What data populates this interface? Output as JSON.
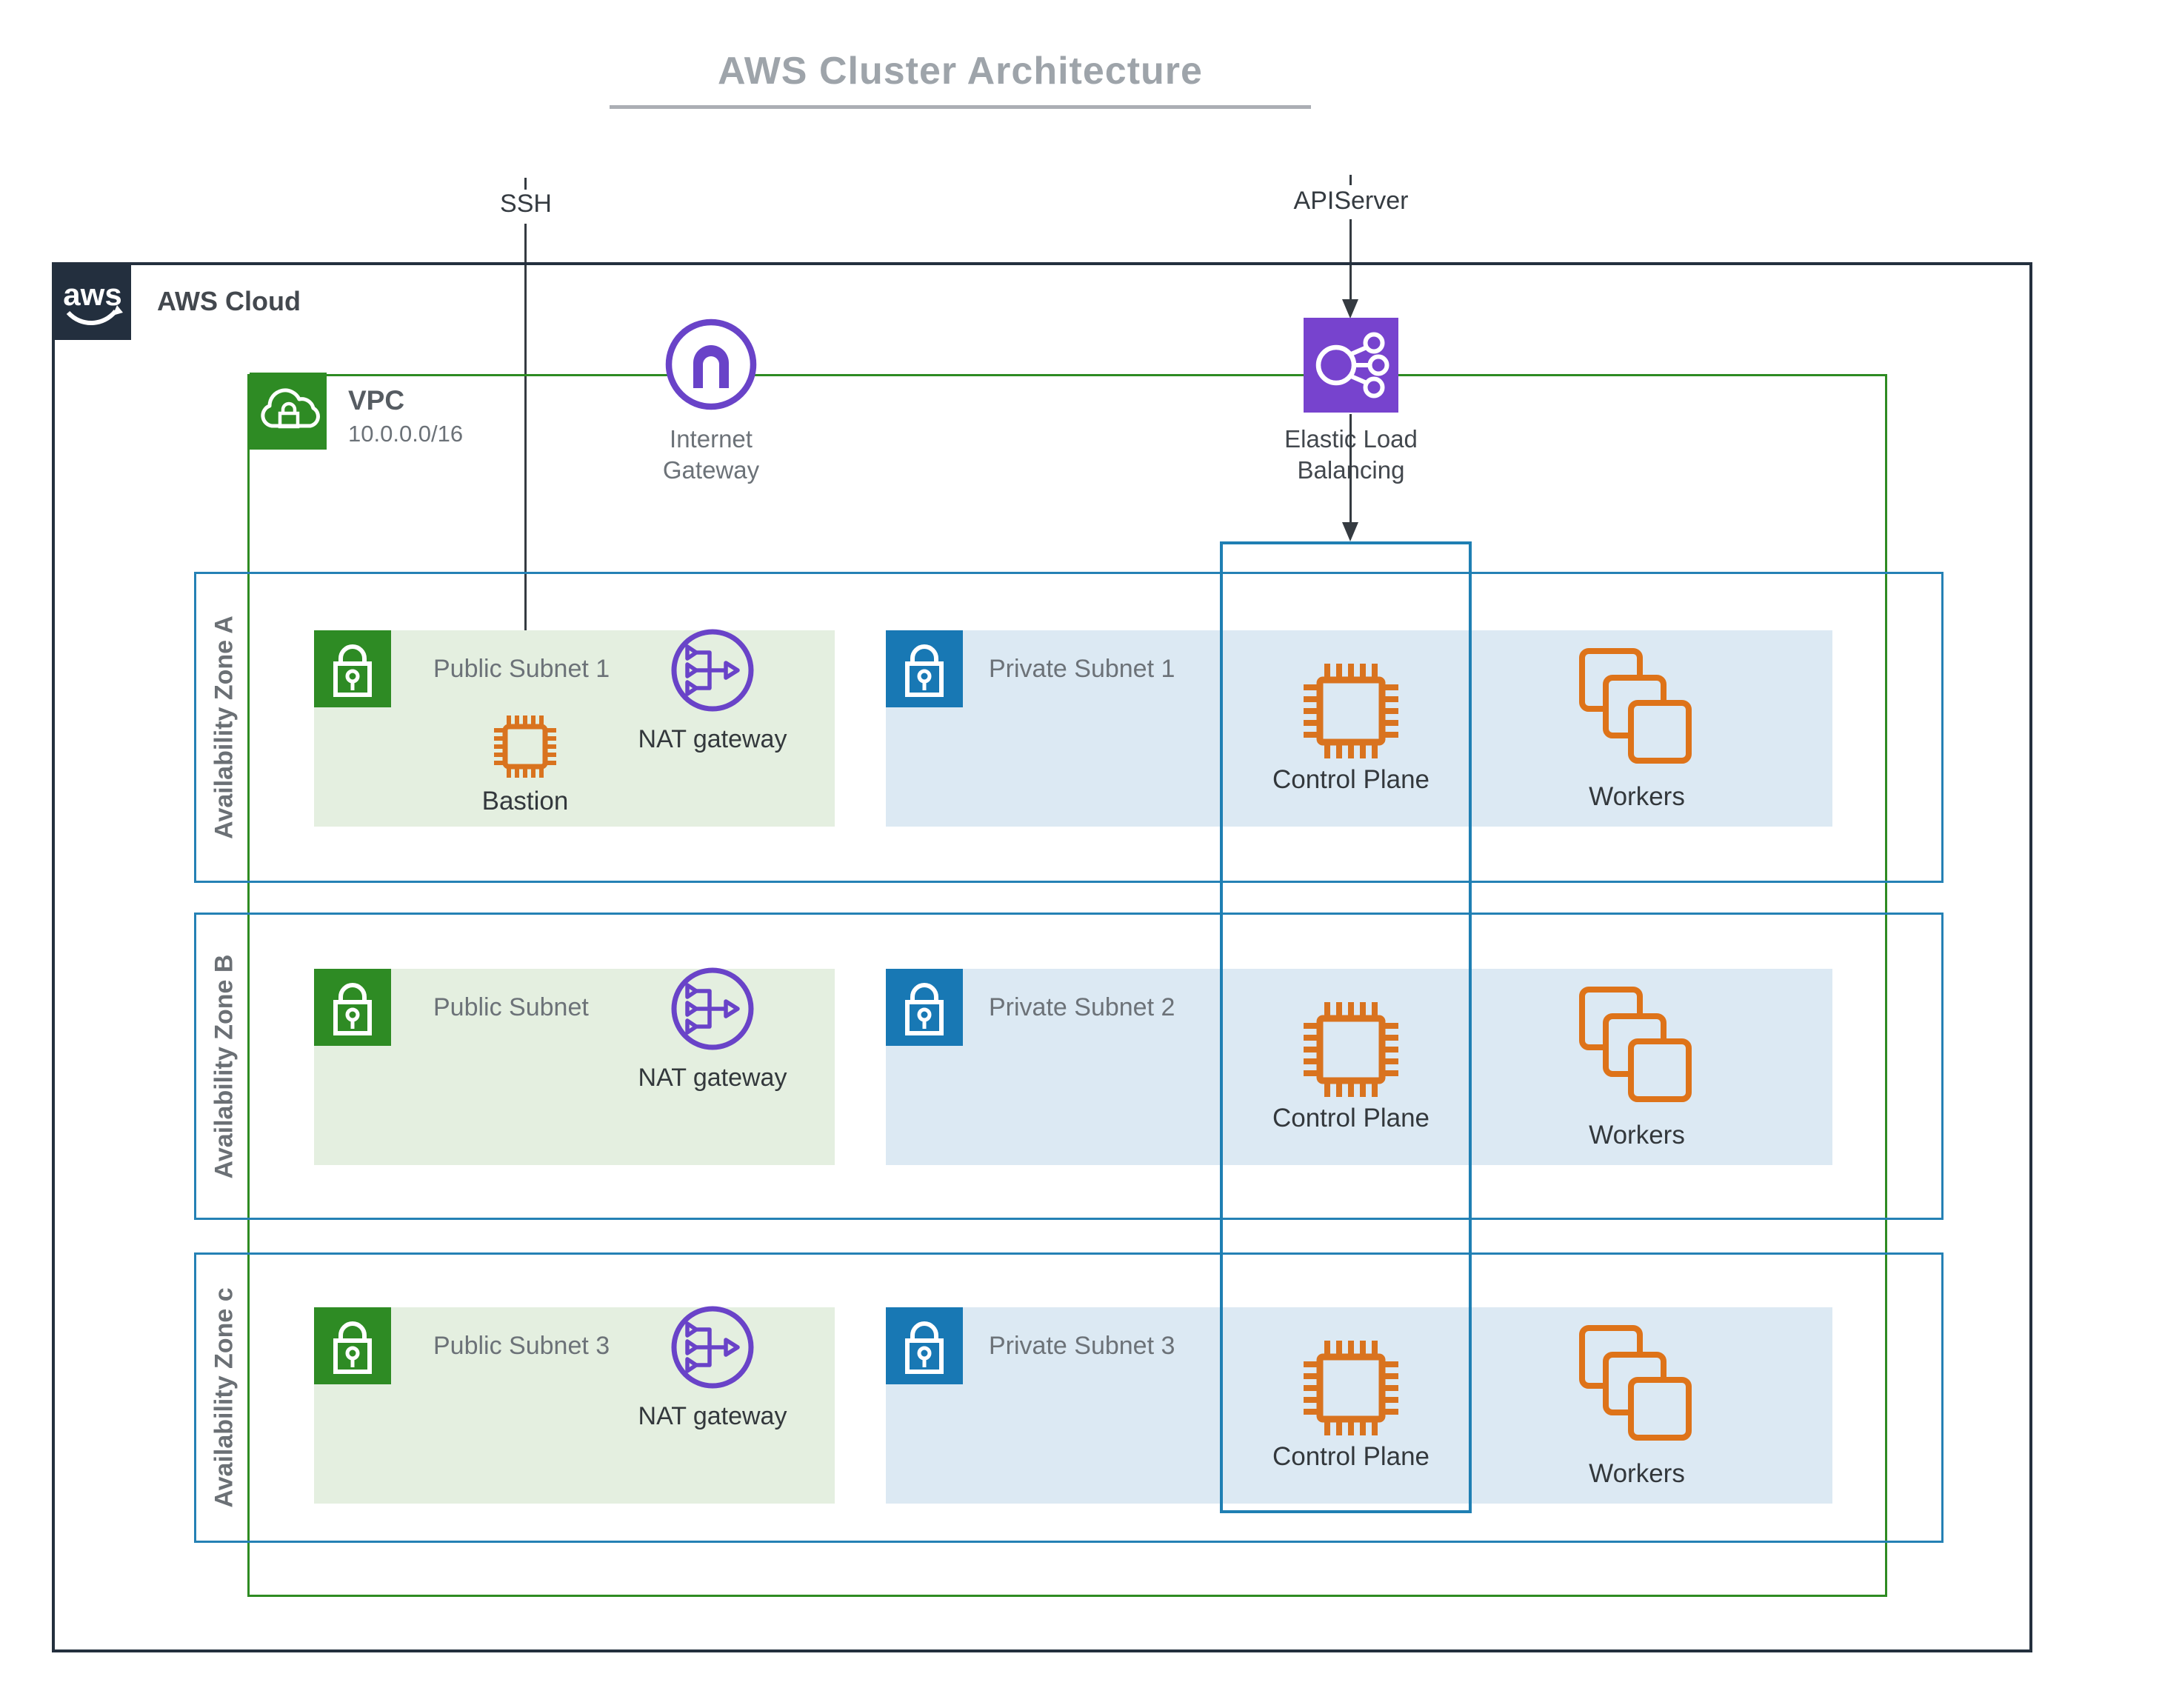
{
  "title": "AWS Cluster Architecture",
  "connections": {
    "ssh": {
      "label": "SSH"
    },
    "apiserver": {
      "label": "APIServer"
    }
  },
  "cloud": {
    "logo": "aws",
    "label": "AWS Cloud"
  },
  "vpc": {
    "label": "VPC",
    "cidr": "10.0.0.0/16"
  },
  "internet_gateway": {
    "label": "Internet\nGateway"
  },
  "elastic_load_balancing": {
    "label": "Elastic Load\nBalancing"
  },
  "zones": [
    {
      "label": "Availability Zone A",
      "public_subnet": {
        "label": "Public Subnet 1"
      },
      "nat_gateway": {
        "label": "NAT gateway"
      },
      "bastion": {
        "label": "Bastion"
      },
      "private_subnet": {
        "label": "Private Subnet 1"
      },
      "control_plane": {
        "label": "Control Plane"
      },
      "workers": {
        "label": "Workers"
      }
    },
    {
      "label": "Availability Zone B",
      "public_subnet": {
        "label": "Public Subnet"
      },
      "nat_gateway": {
        "label": "NAT gateway"
      },
      "private_subnet": {
        "label": "Private Subnet 2"
      },
      "control_plane": {
        "label": "Control Plane"
      },
      "workers": {
        "label": "Workers"
      }
    },
    {
      "label": "Availability Zone c",
      "public_subnet": {
        "label": "Public Subnet 3"
      },
      "nat_gateway": {
        "label": "NAT gateway"
      },
      "private_subnet": {
        "label": "Private Subnet 3"
      },
      "control_plane": {
        "label": "Control Plane"
      },
      "workers": {
        "label": "Workers"
      }
    }
  ],
  "colors": {
    "aws_navy": "#232F3E",
    "vpc_green_border": "#2E8B22",
    "public_subnet_fill": "#E4EFE0",
    "public_lock_green": "#2E8B24",
    "az_border_blue": "#2581B5",
    "span_box_blue": "#1F7FB3",
    "private_subnet_fill": "#DCE9F3",
    "private_lock_blue": "#1878B4",
    "gateway_purple": "#6943C8",
    "elb_fill_purple": "#7743CE",
    "compute_orange": "#D9731F",
    "title_gray": "#9EA4AA"
  }
}
